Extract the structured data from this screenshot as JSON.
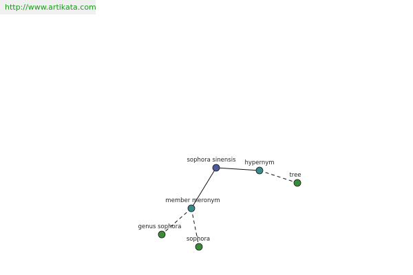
{
  "header": {
    "url": "http://www.artikata.com"
  },
  "graph": {
    "nodes": [
      {
        "id": "sophora-sinensis",
        "label": "sophora sinensis",
        "kind": "root",
        "color": "#4a5a9a"
      },
      {
        "id": "hypernym",
        "label": "hypernym",
        "kind": "relation",
        "color": "#3a8a8a"
      },
      {
        "id": "tree",
        "label": "tree",
        "kind": "term",
        "color": "#3a8a3a"
      },
      {
        "id": "member-meronym",
        "label": "member meronym",
        "kind": "relation",
        "color": "#3a8a8a"
      },
      {
        "id": "genus-sophora",
        "label": "genus sophora",
        "kind": "term",
        "color": "#3a8a3a"
      },
      {
        "id": "sophora",
        "label": "sophora",
        "kind": "term",
        "color": "#3a8a3a"
      }
    ],
    "edges": [
      {
        "from": "sophora-sinensis",
        "to": "hypernym",
        "style": "solid"
      },
      {
        "from": "hypernym",
        "to": "tree",
        "style": "dashed"
      },
      {
        "from": "sophora-sinensis",
        "to": "member-meronym",
        "style": "solid"
      },
      {
        "from": "member-meronym",
        "to": "genus-sophora",
        "style": "dashed"
      },
      {
        "from": "member-meronym",
        "to": "sophora",
        "style": "dashed"
      }
    ]
  }
}
